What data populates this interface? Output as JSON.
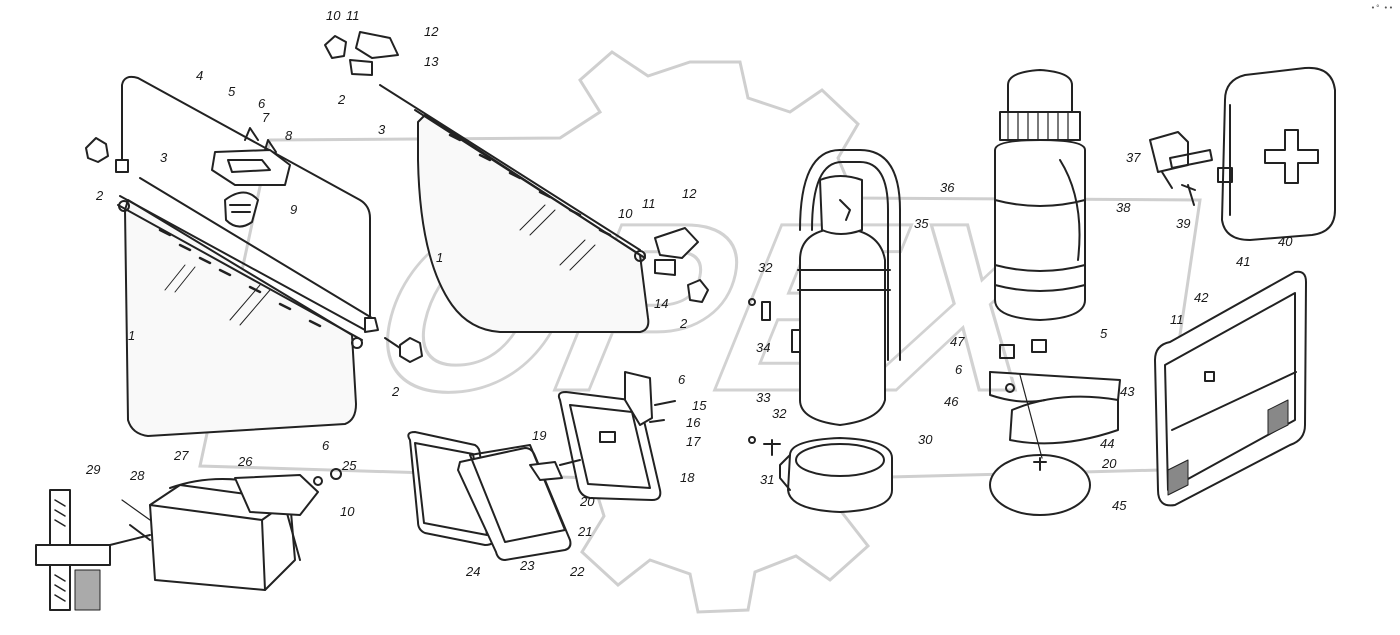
{
  "corner_mark": "•° ••",
  "watermark": {
    "text": "OPEX",
    "color": "#cfcfcf"
  },
  "callouts": [
    "1",
    "1",
    "2",
    "2",
    "2",
    "2",
    "2",
    "3",
    "3",
    "4",
    "5",
    "5",
    "6",
    "6",
    "6",
    "6",
    "7",
    "8",
    "9",
    "10",
    "10",
    "10",
    "11",
    "11",
    "11",
    "12",
    "12",
    "13",
    "14",
    "15",
    "16",
    "17",
    "18",
    "19",
    "20",
    "20",
    "21",
    "22",
    "23",
    "24",
    "25",
    "26",
    "27",
    "28",
    "29",
    "30",
    "31",
    "32",
    "32",
    "33",
    "34",
    "35",
    "36",
    "37",
    "38",
    "39",
    "40",
    "41",
    "42",
    "43",
    "44",
    "45",
    "46",
    "47"
  ],
  "colors": {
    "line": "#222222",
    "glass": "#f7f7f7",
    "mesh": "#444444"
  }
}
